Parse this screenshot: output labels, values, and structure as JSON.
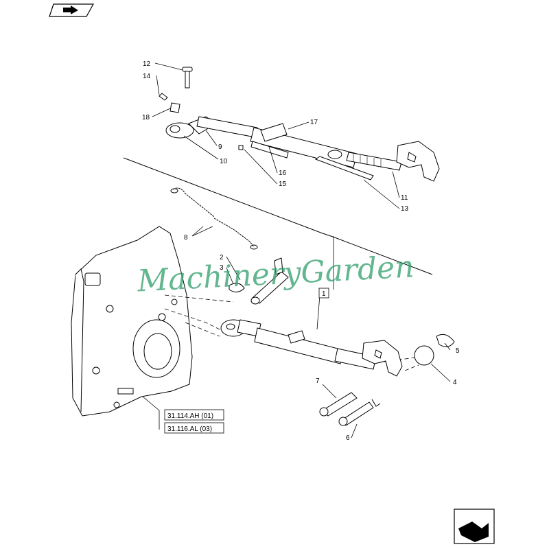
{
  "diagram": {
    "callouts": [
      "12",
      "14",
      "18",
      "9",
      "10",
      "17",
      "16",
      "15",
      "11",
      "13",
      "8",
      "2",
      "3",
      "1",
      "5",
      "4",
      "7",
      "6"
    ],
    "references": [
      "31.114.AH (01)",
      "31.116.AL (03)"
    ],
    "watermark": "MachineryGarden"
  },
  "icons": {
    "top_left": "book-arrow-icon",
    "bottom_right": "book-arrow-icon"
  }
}
